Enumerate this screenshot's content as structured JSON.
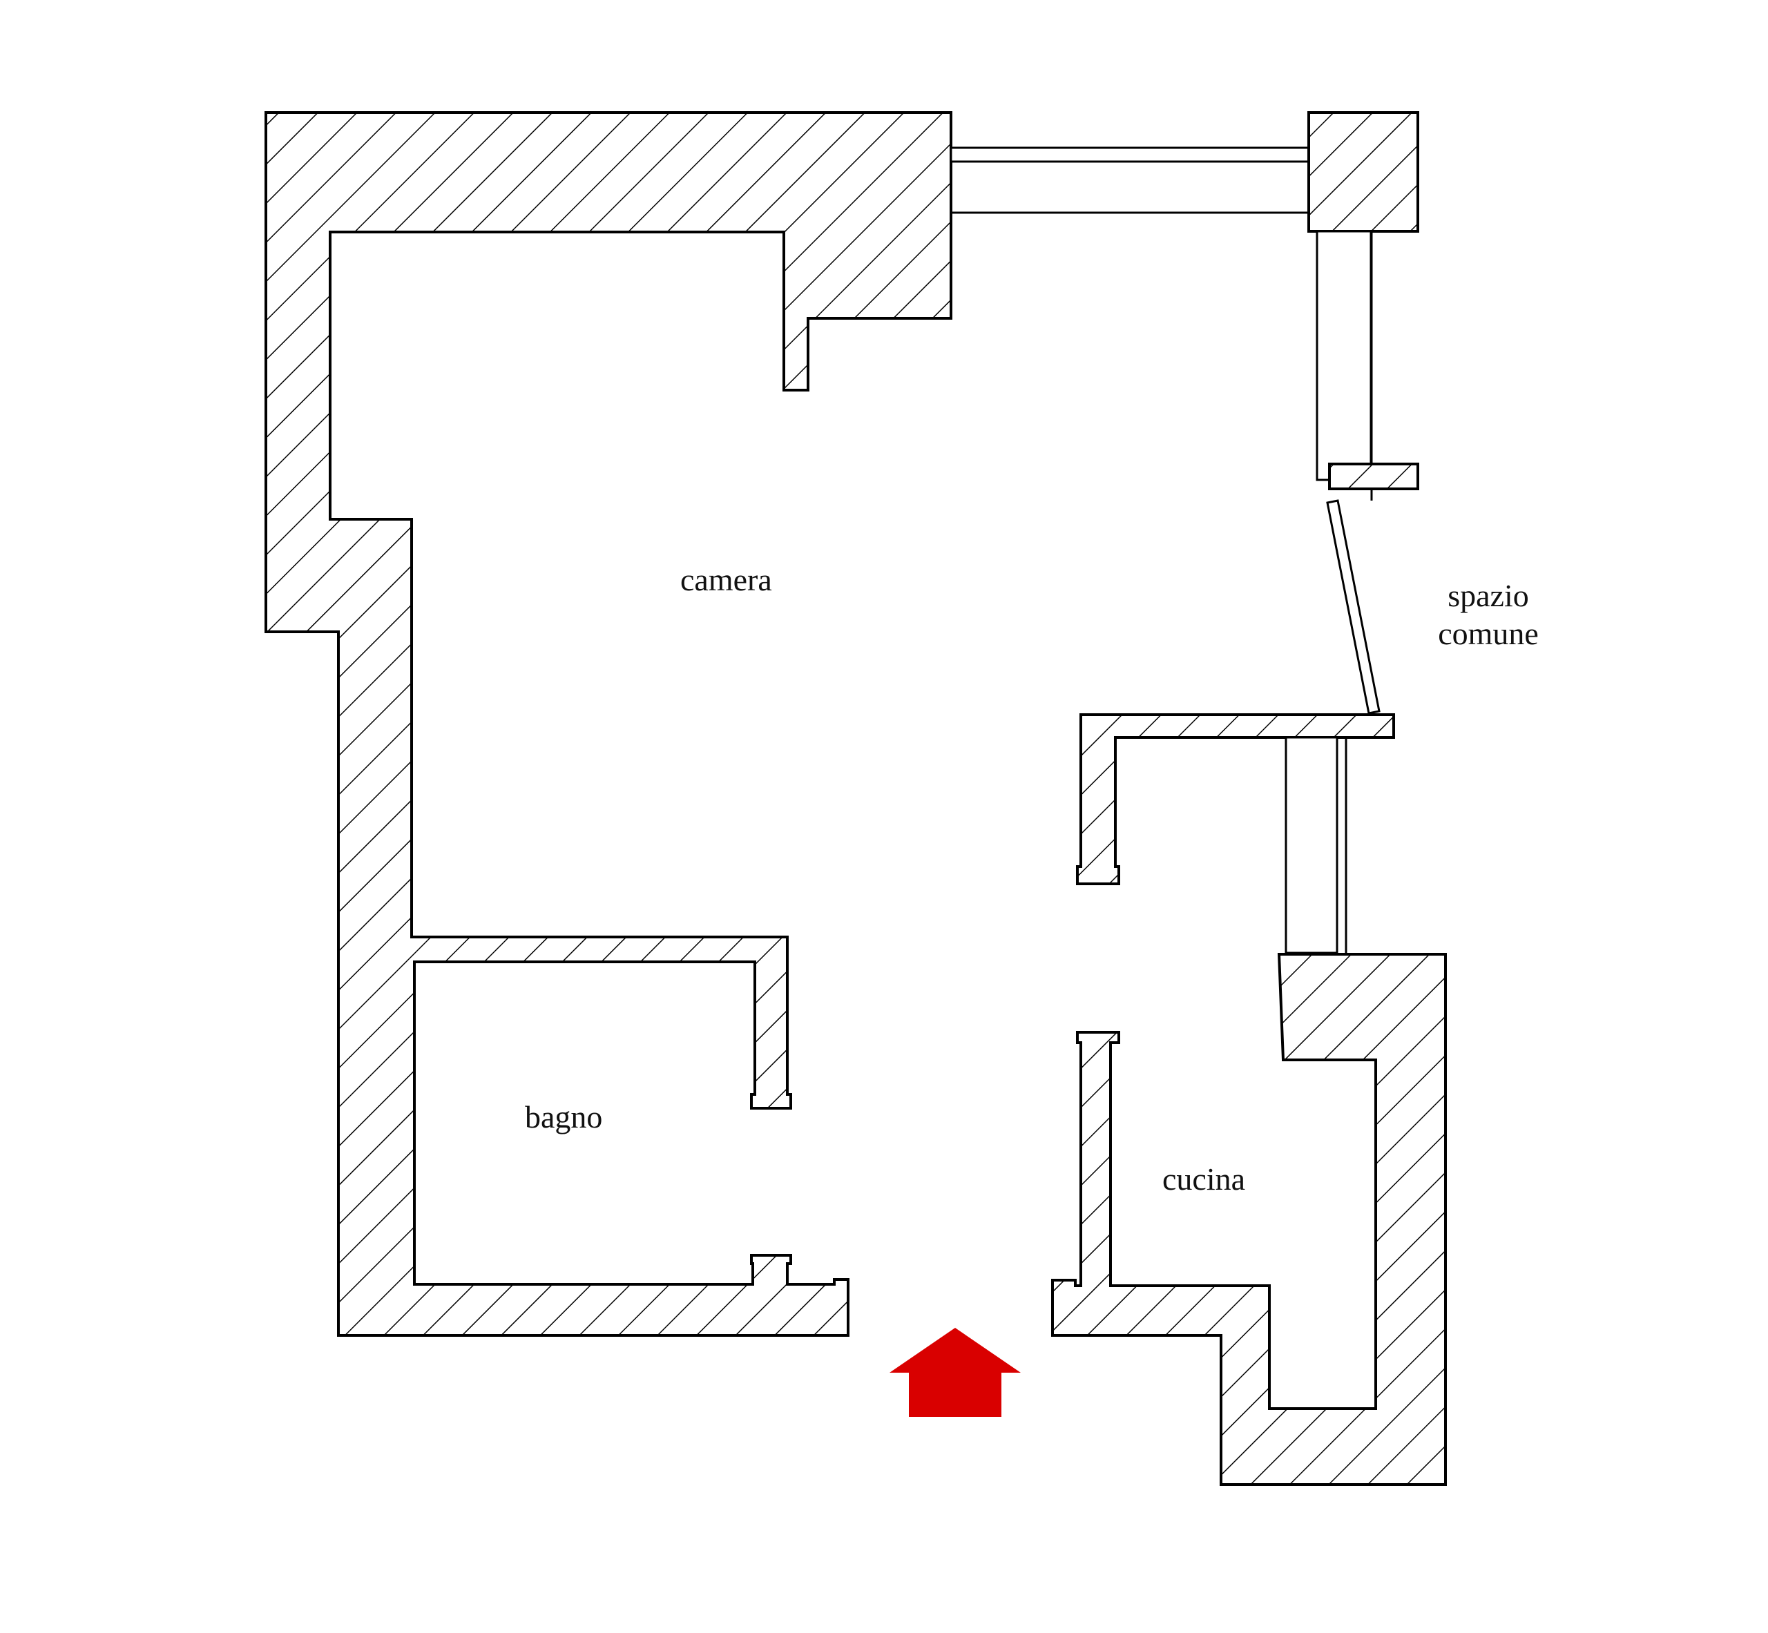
{
  "rooms": {
    "camera": "camera",
    "spazio_comune": "spazio\ncomune",
    "bagno": "bagno",
    "cucina": "cucina"
  },
  "colors": {
    "wall_stroke": "#000000",
    "hatch": "#000000",
    "entrance_arrow": "#d90000",
    "background": "#ffffff"
  },
  "icons": {
    "entrance": "entrance-arrow-icon"
  }
}
